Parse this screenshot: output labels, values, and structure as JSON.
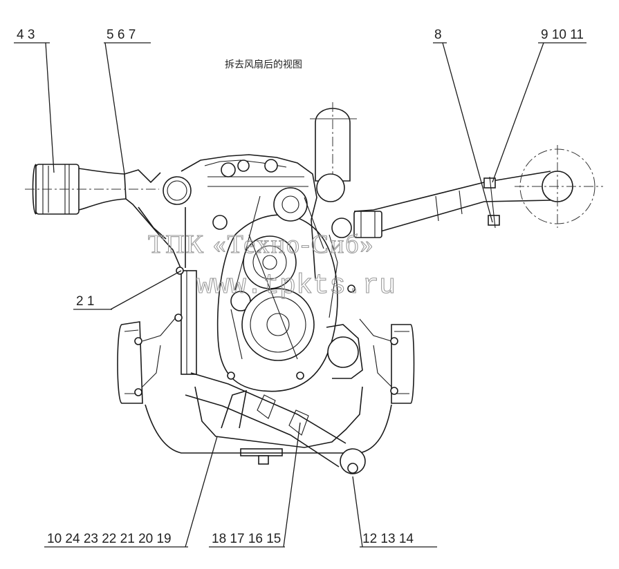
{
  "caption": "拆去风扇后的视图",
  "watermark": {
    "line1": "ТПК «Техно-Сиб»",
    "line2": "www.tpkts.ru"
  },
  "callouts": {
    "top_left_a": "4 3",
    "top_left_b": "5 6 7",
    "top_right_a": "8",
    "top_right_b": "9 10 11",
    "left_mid": "2 1",
    "bottom_a": "10 24 23 22 21 20 19",
    "bottom_b": "18 17 16 15",
    "bottom_c": "12 13 14"
  }
}
